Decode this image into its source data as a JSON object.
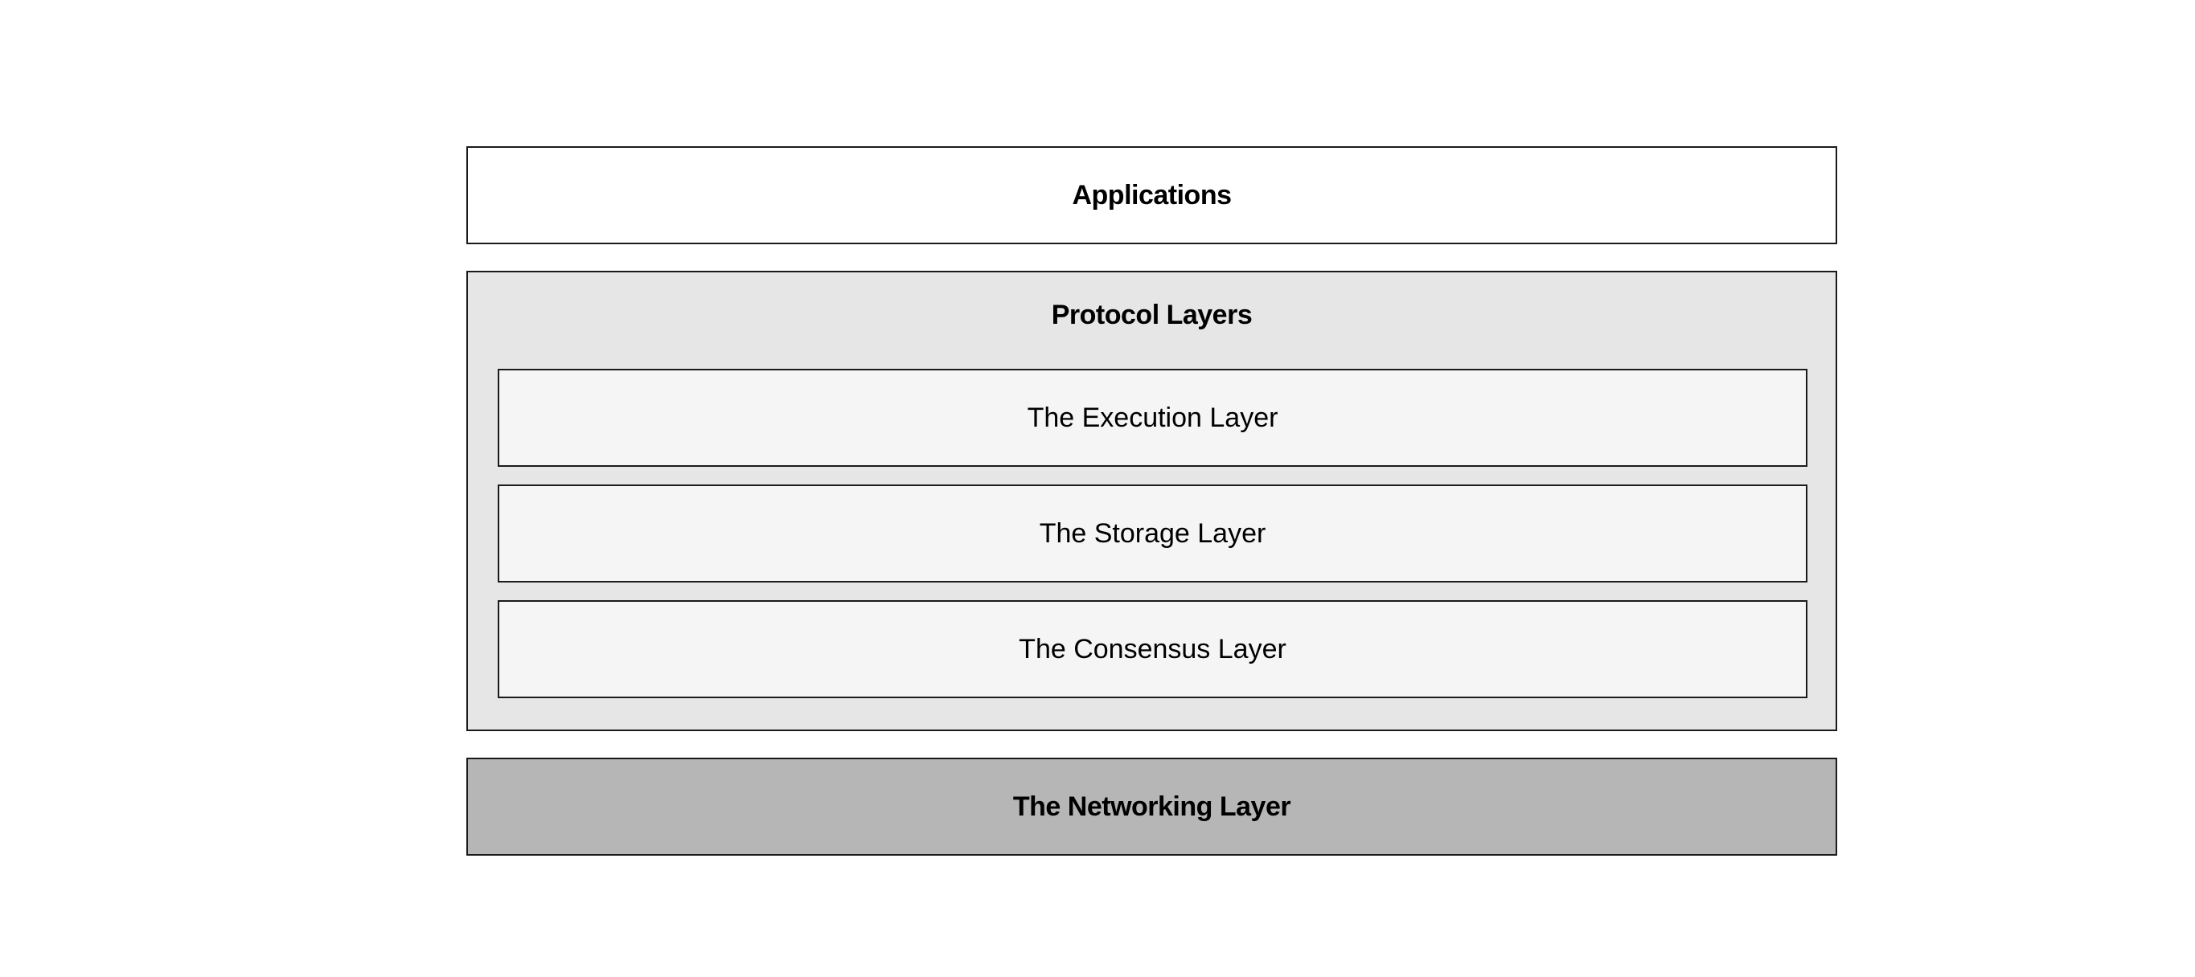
{
  "diagram": {
    "applications": {
      "label": "Applications"
    },
    "protocol": {
      "title": "Protocol Layers",
      "layers": [
        {
          "label": "The Execution Layer"
        },
        {
          "label": "The Storage Layer"
        },
        {
          "label": "The Consensus Layer"
        }
      ]
    },
    "networking": {
      "label": "The Networking Layer"
    }
  },
  "colors": {
    "applications_fill": "#ffffff",
    "protocol_fill": "#e6e6e6",
    "inner_layer_fill": "#f5f5f5",
    "networking_fill": "#b6b6b6",
    "border": "#1a1a1a"
  }
}
